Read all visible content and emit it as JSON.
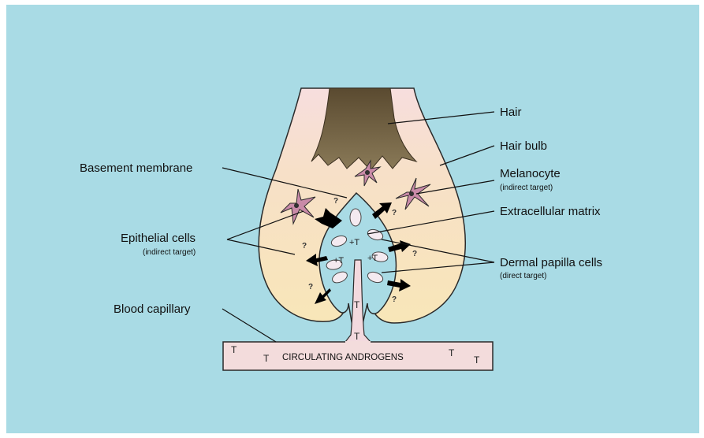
{
  "labels": {
    "hair": "Hair",
    "hair_bulb": "Hair bulb",
    "basement_membrane": "Basement membrane",
    "melanocyte": "Melanocyte",
    "melanocyte_note": "(indirect target)",
    "extracellular_matrix": "Extracellular matrix",
    "epithelial_cells": "Epithelial cells",
    "epithelial_note": "(indirect target)",
    "dermal_papilla_cells": "Dermal papilla cells",
    "dermal_note": "(direct target)",
    "blood_capillary": "Blood capillary",
    "circulating_androgens": "CIRCULATING ANDROGENS"
  },
  "symbols": {
    "question": "?",
    "testosterone": "T",
    "plus_t": "+T"
  },
  "colors": {
    "background": "#a9dbe5",
    "bulb_fill": "#f7e2b8",
    "sheath_fill": "#f6dede",
    "hair_shaft": "#6b5a3c",
    "papilla_fill": "#a9dbe5",
    "cell_fill": "#f4eaf0",
    "melanocyte": "#c98aa8",
    "arrow": "#000000"
  }
}
